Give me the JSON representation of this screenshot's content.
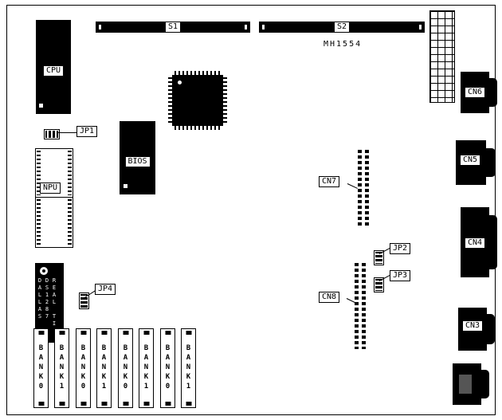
{
  "board_id": "MH1554",
  "colors": {
    "component": "#000000",
    "board": "#ffffff"
  },
  "icons": {
    "dallas_logo": "circle-logo"
  },
  "chips": {
    "cpu": "CPU",
    "bios": "BIOS",
    "npu": "NPU",
    "dallas_lines": {
      "l1": "DALLAS",
      "l2": "DS1287",
      "l3": "REAL TI"
    }
  },
  "slots": {
    "s1": "S1",
    "s2": "S2"
  },
  "jumpers": {
    "jp1": "JP1",
    "jp2": "JP2",
    "jp3": "JP3",
    "jp4": "JP4"
  },
  "connectors": {
    "cn3": "CN3",
    "cn4": "CN4",
    "cn5": "CN5",
    "cn6": "CN6",
    "cn7": "CN7",
    "cn8": "CN8"
  },
  "memory_banks": [
    "BANK0",
    "BANK1",
    "BANK0",
    "BANK1",
    "BANK0",
    "BANK1",
    "BANK0",
    "BANK1"
  ]
}
